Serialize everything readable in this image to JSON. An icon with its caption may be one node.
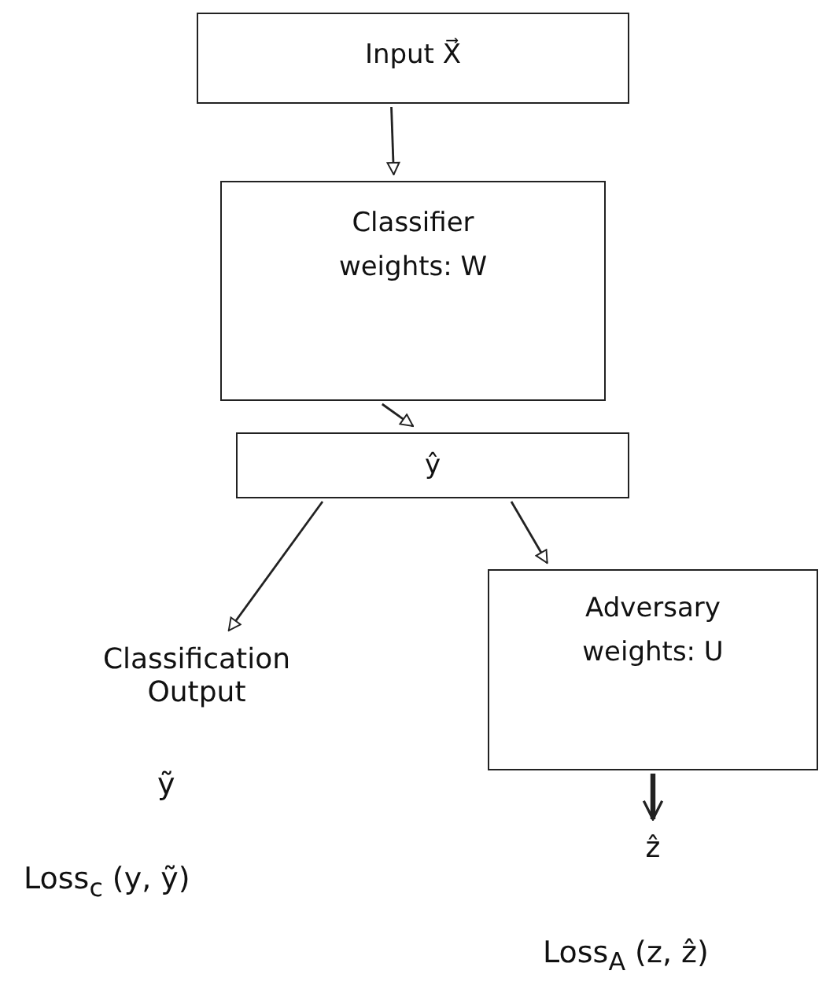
{
  "diagram": {
    "nodes": [
      {
        "text": [
          "Input X⃗"
        ]
      },
      {
        "text": [
          "Classifier",
          "weights: W"
        ]
      },
      {
        "text": [
          "ŷ"
        ]
      },
      {
        "text": [
          "Classification Output"
        ]
      },
      {
        "text": [
          "Adversary",
          "weights: U"
        ]
      },
      {
        "text": [
          "ẑ"
        ]
      }
    ],
    "edges": [
      {
        "from": 0,
        "to": 1,
        "arrow": "to"
      },
      {
        "from": 1,
        "to": 2,
        "arrow": "to"
      },
      {
        "from": 2,
        "to": 3,
        "arrow": "to"
      },
      {
        "from": 2,
        "to": 4,
        "arrow": "to"
      },
      {
        "from": 4,
        "to": 5,
        "arrow": "to",
        "style": "thick"
      }
    ],
    "labels": [
      "ỹ",
      "Loss$_{c}$ (y, ỹ)",
      "Loss$_{A}$ (z, ẑ)"
    ]
  }
}
